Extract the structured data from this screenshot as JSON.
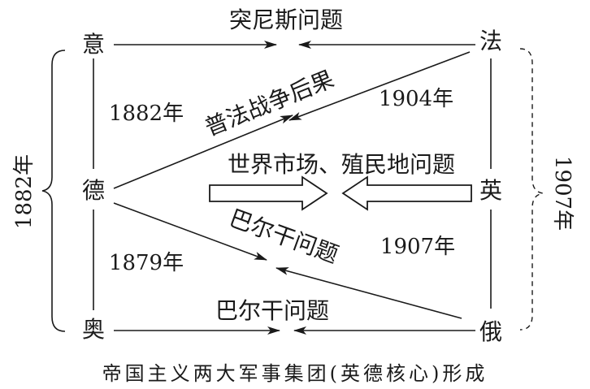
{
  "countries": {
    "italy": "意",
    "germany": "德",
    "austria": "奥",
    "france": "法",
    "britain": "英",
    "russia": "俄"
  },
  "issues": {
    "tunisia": "突尼斯问题",
    "franco_prussian": "普法战争后果",
    "world_market": "世界市场、殖民地问题",
    "balkans_1": "巴尔干问题",
    "balkans_2": "巴尔干问题"
  },
  "years": {
    "left_brace": "1882年",
    "germany_italy": "1882年",
    "germany_austria": "1879年",
    "france_russia": "1904年",
    "britain_russia": "1907年",
    "right_brace": "1907年"
  },
  "caption": "帝国主义两大军事集团(英德核心)形成",
  "colors": {
    "ink": "#1a1a1a",
    "background": "#ffffff"
  }
}
